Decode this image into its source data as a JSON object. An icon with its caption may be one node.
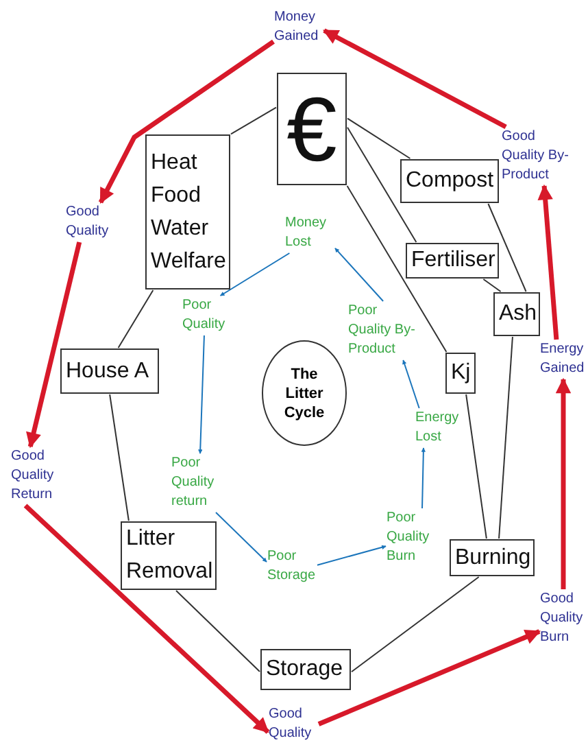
{
  "diagram": {
    "nodes": [
      {
        "text": [
          "Money Gained"
        ]
      },
      {
        "text": [
          "€"
        ]
      },
      {
        "text": [
          "Good Quality By-Product"
        ]
      },
      {
        "text": [
          "Heat Food Water Welfare"
        ]
      },
      {
        "text": [
          "Compost"
        ]
      },
      {
        "text": [
          "Good Quality"
        ]
      },
      {
        "text": [
          "Money Lost"
        ]
      },
      {
        "text": [
          "Fertiliser"
        ]
      },
      {
        "text": [
          "Ash"
        ]
      },
      {
        "text": [
          "Poor Quality"
        ]
      },
      {
        "text": [
          "Poor Quality By-Product"
        ]
      },
      {
        "text": [
          "Energy Gained"
        ]
      },
      {
        "text": [
          "House A"
        ]
      },
      {
        "text": [
          "Kj"
        ]
      },
      {
        "text": [
          "The Litter Cycle"
        ]
      },
      {
        "text": [
          "Energy Lost"
        ]
      },
      {
        "text": [
          "Good Quality Return"
        ]
      },
      {
        "text": [
          "Poor Quality return"
        ]
      },
      {
        "text": [
          "Litter Removal"
        ]
      },
      {
        "text": [
          "Burning"
        ]
      },
      {
        "text": [
          "Poor Quality Burn"
        ]
      },
      {
        "text": [
          "Poor Storage"
        ]
      },
      {
        "text": [
          "Good Quality Burn"
        ]
      },
      {
        "text": [
          "Storage"
        ]
      },
      {
        "text": [
          "Good Quality"
        ]
      }
    ],
    "edges": [
      {
        "from": 1,
        "to": 3,
        "arrow": "none"
      },
      {
        "from": 1,
        "to": 4,
        "arrow": "none"
      },
      {
        "from": 1,
        "to": 7,
        "arrow": "none"
      },
      {
        "from": 1,
        "to": 13,
        "arrow": "none"
      },
      {
        "from": 4,
        "to": 8,
        "arrow": "none"
      },
      {
        "from": 7,
        "to": 8,
        "arrow": "none"
      },
      {
        "from": 8,
        "to": 19,
        "arrow": "none"
      },
      {
        "from": 13,
        "to": 19,
        "arrow": "none"
      },
      {
        "from": 3,
        "to": 12,
        "arrow": "none"
      },
      {
        "from": 12,
        "to": 18,
        "arrow": "none"
      },
      {
        "from": 18,
        "to": 23,
        "arrow": "none"
      },
      {
        "from": 23,
        "to": 19,
        "arrow": "none"
      },
      {
        "from": 2,
        "to": 0,
        "arrow": "to",
        "style": "thick",
        "color": "#d7192a"
      },
      {
        "from": 0,
        "to": 5,
        "arrow": "to",
        "style": "thick",
        "color": "#d7192a"
      },
      {
        "from": 5,
        "to": 16,
        "arrow": "to",
        "style": "thick",
        "color": "#d7192a"
      },
      {
        "from": 16,
        "to": 24,
        "arrow": "to",
        "style": "thick",
        "color": "#d7192a"
      },
      {
        "from": 24,
        "to": 22,
        "arrow": "to",
        "style": "thick",
        "color": "#d7192a"
      },
      {
        "from": 22,
        "to": 11,
        "arrow": "to",
        "style": "thick",
        "color": "#d7192a"
      },
      {
        "from": 11,
        "to": 2,
        "arrow": "to",
        "style": "thick",
        "color": "#d7192a"
      },
      {
        "from": 6,
        "to": 9,
        "arrow": "to",
        "color": "#1b75bb"
      },
      {
        "from": 9,
        "to": 17,
        "arrow": "to",
        "color": "#1b75bb"
      },
      {
        "from": 17,
        "to": 21,
        "arrow": "to",
        "color": "#1b75bb"
      },
      {
        "from": 21,
        "to": 20,
        "arrow": "to",
        "color": "#1b75bb"
      },
      {
        "from": 20,
        "to": 15,
        "arrow": "to",
        "color": "#1b75bb"
      },
      {
        "from": 15,
        "to": 10,
        "arrow": "to",
        "color": "#1b75bb"
      },
      {
        "from": 10,
        "to": 6,
        "arrow": "to",
        "color": "#1b75bb"
      }
    ]
  }
}
